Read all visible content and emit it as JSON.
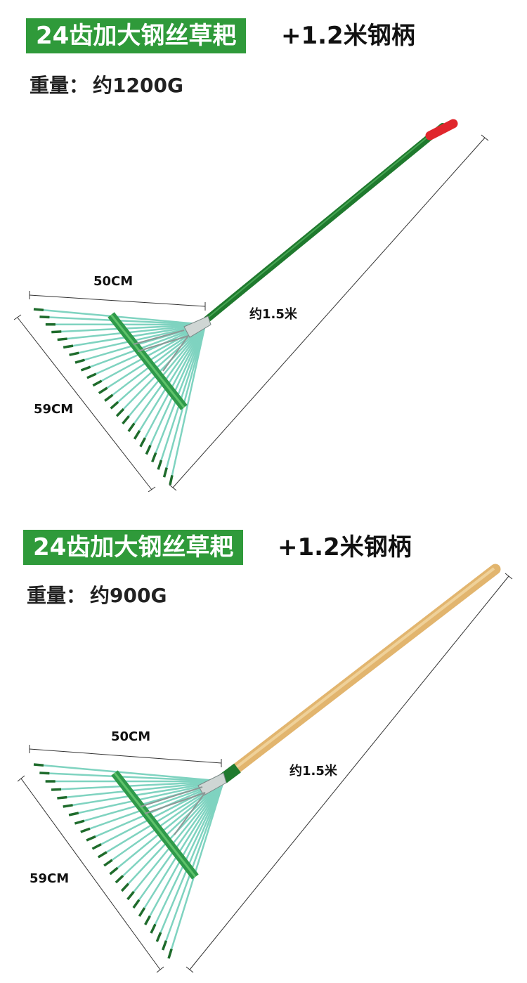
{
  "products": [
    {
      "title": "24齿加大钢丝草耙",
      "handle": "+1.2米钢柄",
      "weight_label": "重量：",
      "weight_value": "约1200G",
      "width_label": "50CM",
      "length_label": "59CM",
      "handle_length_label": "约1.5米",
      "handle_color": "#1f7a2e",
      "grip_color": "#e0262c"
    },
    {
      "title": "24齿加大钢丝草耙",
      "handle": "+1.2米钢柄",
      "weight_label": "重量：",
      "weight_value": "约900G",
      "width_label": "50CM",
      "length_label": "59CM",
      "handle_length_label": "约1.5米",
      "handle_color": "#e2b56e"
    }
  ],
  "colors": {
    "badge": "#2f9a3a",
    "tines": "#7fd3c0",
    "tine_tips": "#1e6b2b",
    "crossbar": "#2e9a4a"
  }
}
